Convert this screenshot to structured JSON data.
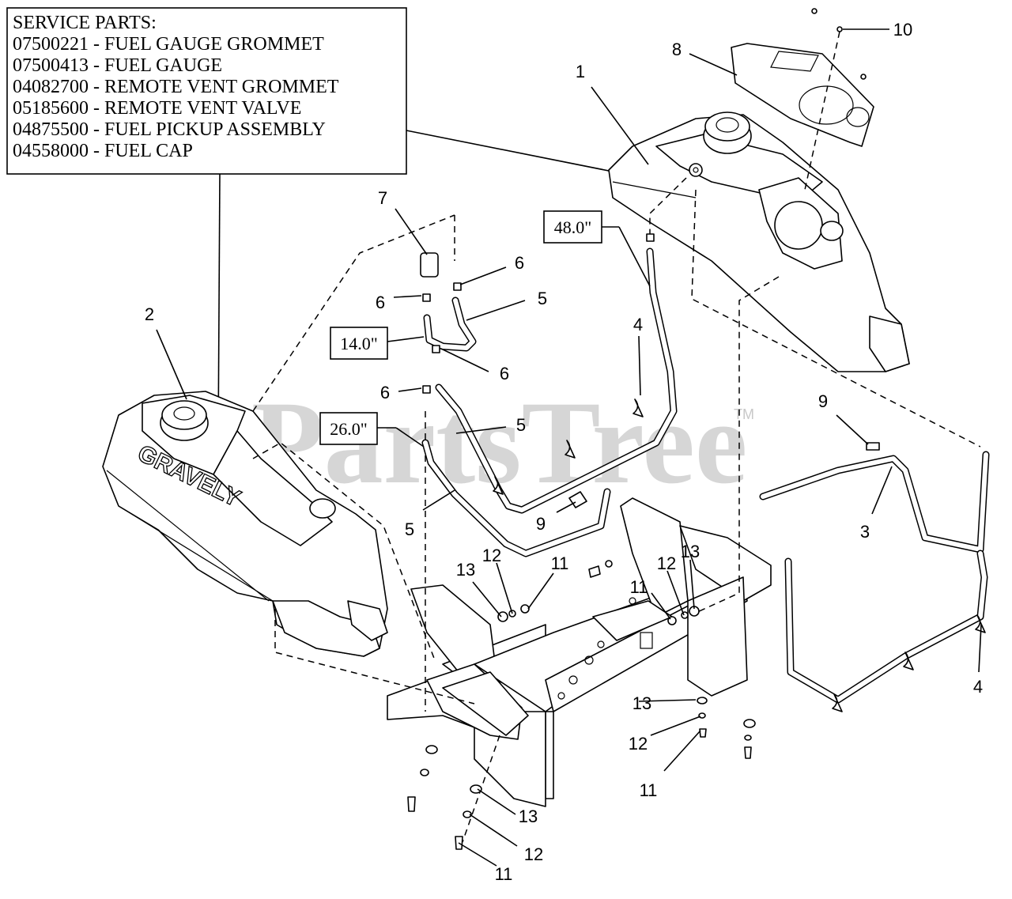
{
  "service_parts": {
    "title": "SERVICE PARTS:",
    "items": [
      "07500221 - FUEL GAUGE GROMMET",
      "07500413 - FUEL GAUGE",
      "04082700 - REMOTE VENT GROMMET",
      "05185600 - REMOTE VENT VALVE",
      "04875500 - FUEL PICKUP ASSEMBLY",
      "04558000 - FUEL CAP"
    ]
  },
  "hose_lengths": {
    "l48": "48.0\"",
    "l14": "14.0\"",
    "l26": "26.0\""
  },
  "tank_brand": "GRAVELY",
  "watermark": {
    "text": "PartsTree",
    "tm": "TM"
  },
  "callouts": {
    "c1": "1",
    "c2": "2",
    "c3": "3",
    "c4a": "4",
    "c4b": "4",
    "c5a": "5",
    "c5b": "5",
    "c5c": "5",
    "c6a": "6",
    "c6b": "6",
    "c6c": "6",
    "c6d": "6",
    "c7": "7",
    "c8": "8",
    "c9a": "9",
    "c9b": "9",
    "c10": "10",
    "c11a": "11",
    "c11b": "11",
    "c11c": "11",
    "c11d": "11",
    "c12a": "12",
    "c12b": "12",
    "c12c": "12",
    "c12d": "12",
    "c13a": "13",
    "c13b": "13",
    "c13c": "13",
    "c13d": "13"
  }
}
